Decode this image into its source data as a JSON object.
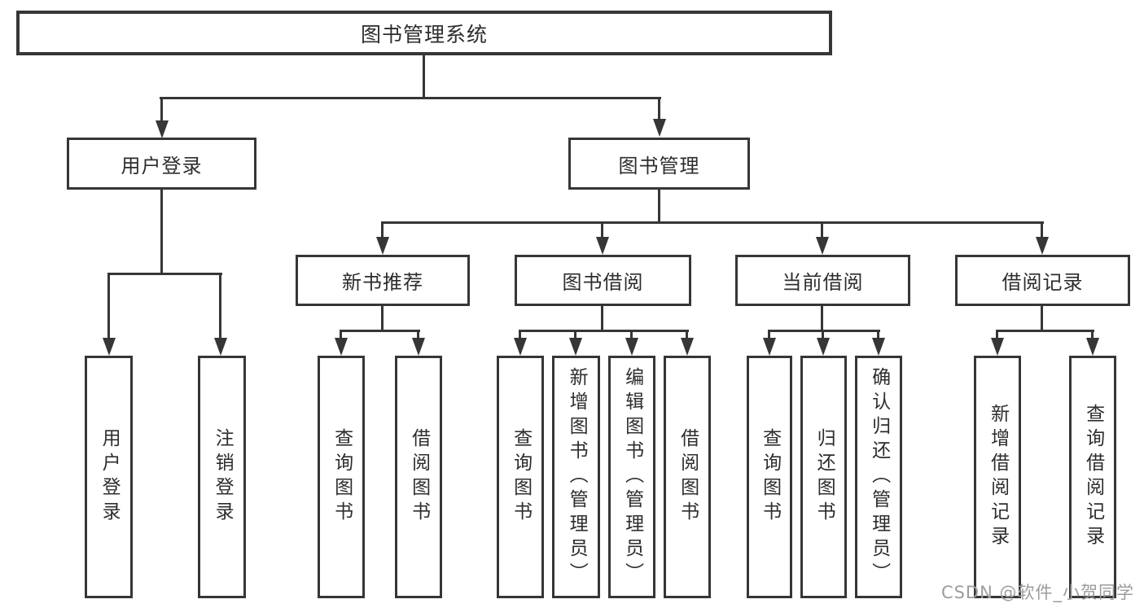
{
  "tree": {
    "label": "图书管理系统",
    "children": [
      {
        "label": "用户登录",
        "children": [
          {
            "label": "用户登录"
          },
          {
            "label": "注销登录"
          }
        ]
      },
      {
        "label": "图书管理",
        "children": [
          {
            "label": "新书推荐",
            "children": [
              {
                "label": "查询图书"
              },
              {
                "label": "借阅图书"
              }
            ]
          },
          {
            "label": "图书借阅",
            "children": [
              {
                "label": "查询图书"
              },
              {
                "label": "新增图书（管理员）"
              },
              {
                "label": "编辑图书（管理员）"
              },
              {
                "label": "借阅图书"
              }
            ]
          },
          {
            "label": "当前借阅",
            "children": [
              {
                "label": "查询图书"
              },
              {
                "label": "归还图书"
              },
              {
                "label": "确认归还（管理员）"
              }
            ]
          },
          {
            "label": "借阅记录",
            "children": [
              {
                "label": "新增借阅记录"
              },
              {
                "label": "查询借阅记录"
              }
            ]
          }
        ]
      }
    ]
  },
  "watermark": {
    "text": "CSDN @软件_小贺同学"
  },
  "colors": {
    "line": "#363636",
    "text": "#2d2d2d",
    "watermark": "#9c9c9c",
    "background": "#ffffff"
  }
}
